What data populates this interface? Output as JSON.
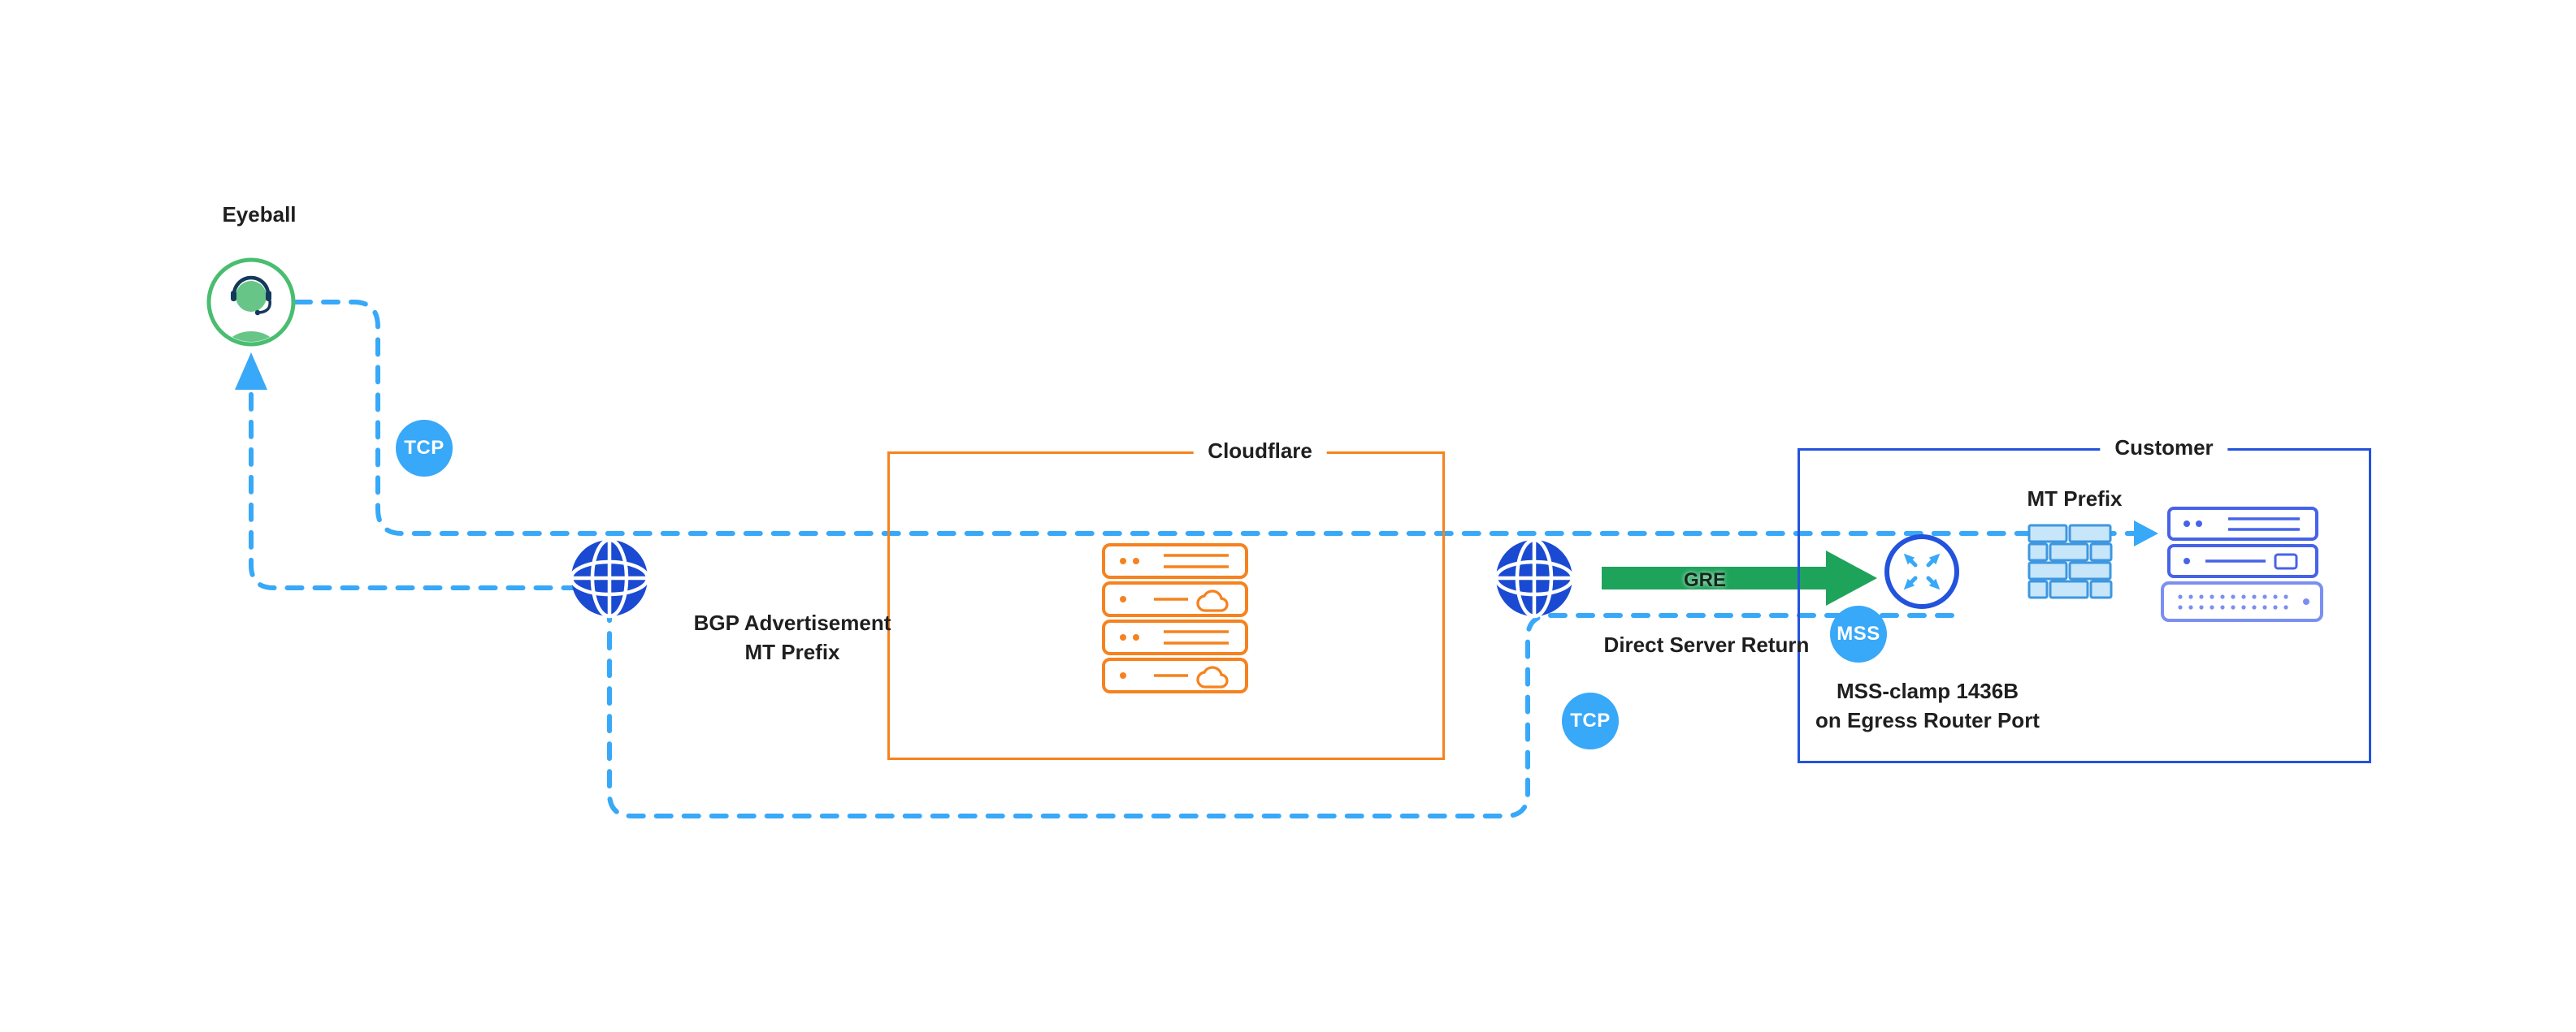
{
  "diagram": {
    "eyeball_label": "Eyeball",
    "cloudflare_title": "Cloudflare",
    "customer_title": "Customer",
    "badge_tcp_upper": "TCP",
    "badge_tcp_lower": "TCP",
    "badge_mss": "MSS",
    "bgp_advertisement_line1": "BGP Advertisement",
    "bgp_advertisement_line2": "MT Prefix",
    "gre_label": "GRE",
    "direct_server_return_label": "Direct Server Return",
    "customer_mt_prefix_label": "MT Prefix",
    "mss_clamp_line1": "MSS-clamp 1436B",
    "mss_clamp_line2": "on Egress Router Port",
    "icons": {
      "eyeball": "person-headset-icon",
      "internet_left": "globe-icon",
      "internet_right": "globe-icon",
      "cloudflare_servers": "server-stack-icon",
      "router": "router-arrows-icon",
      "firewall": "firewall-brick-icon",
      "customer_servers": "server-stack-icon",
      "gre_tunnel": "green-arrow-icon"
    },
    "colors": {
      "dashed_line_blue": "#38A8F8",
      "badge_blue": "#38A8F8",
      "globe_blue": "#1B4AD2",
      "cloudflare_orange": "#F6821F",
      "customer_border_blue": "#2353DD",
      "server_blue": "#4663E8",
      "firewall_fill": "#C7E6FA",
      "firewall_stroke": "#3E97E0",
      "gre_green": "#1EA35B",
      "eyeball_green": "#49BD70",
      "text": "#1f1f1f"
    }
  }
}
